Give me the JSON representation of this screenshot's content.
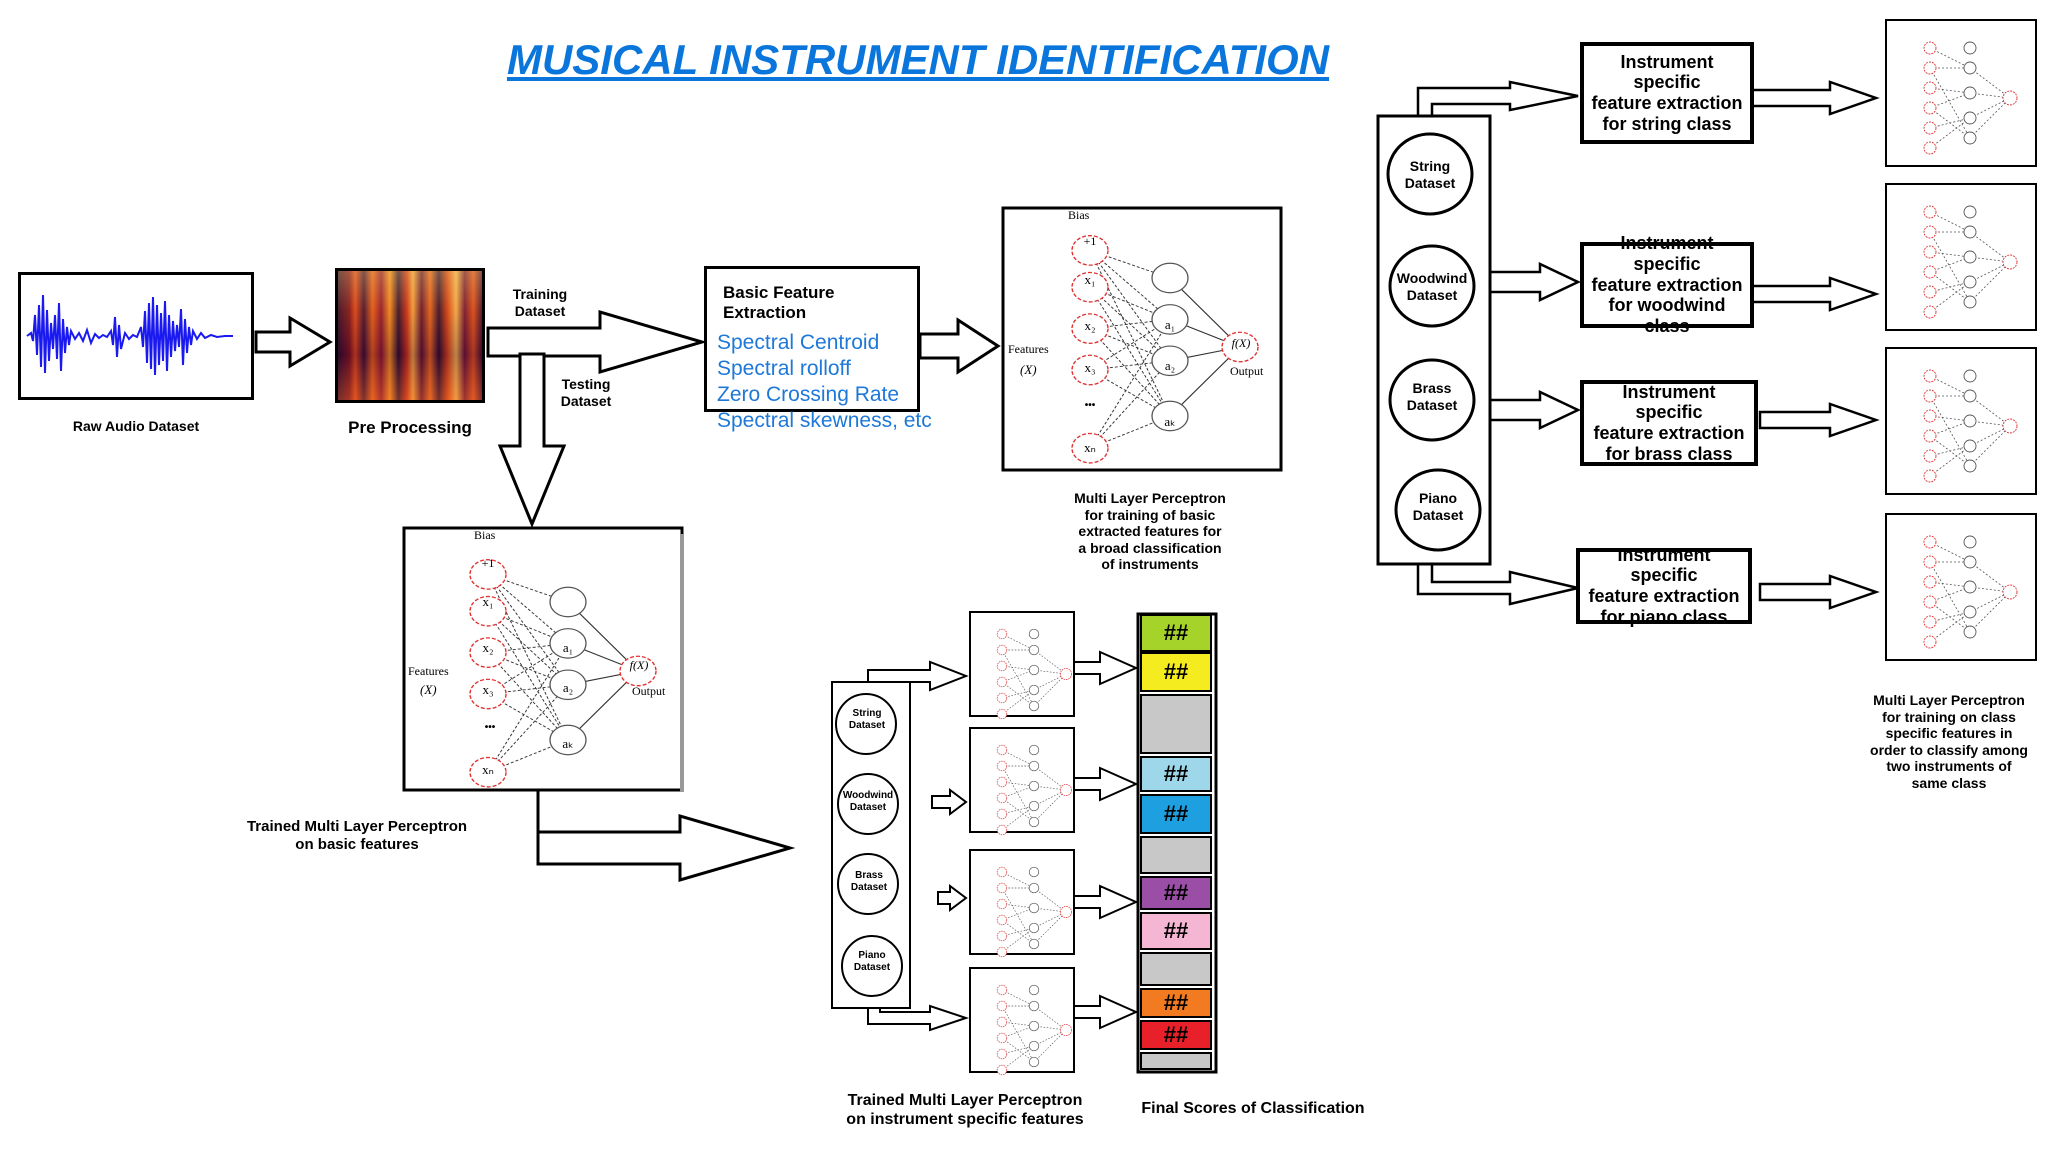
{
  "title": "MUSICAL INSTRUMENT IDENTIFICATION",
  "raw_audio_label": "Raw Audio Dataset",
  "preprocessing_label": "Pre Processing",
  "training_label": "Training\nDataset",
  "testing_label": "Testing\nDataset",
  "feature_extraction": {
    "title": "Basic Feature Extraction",
    "items": [
      "Spectral Centroid",
      "Spectral rolloff",
      "Zero Crossing Rate",
      "Spectral skewness, etc"
    ]
  },
  "mlp_labels": {
    "bias": "Bias",
    "plus_one": "+1",
    "features": "Features",
    "x_var": "(X)",
    "inputs": [
      "x₁",
      "x₂",
      "x₃",
      "xₙ"
    ],
    "hidden": [
      "a₁",
      "a₂",
      "aₖ"
    ],
    "output_fn": "f(X)",
    "output": "Output",
    "dots": "•••"
  },
  "mlp_broad_caption": "Multi Layer Perceptron\nfor training of basic\nextracted features for\na broad classification\nof instruments",
  "trained_mlp_basic_caption": "Trained Multi Layer Perceptron\non basic features",
  "datasets": [
    "String\nDataset",
    "Woodwind\nDataset",
    "Brass\nDataset",
    "Piano\nDataset"
  ],
  "instrument_feature_extraction": [
    "Instrument specific\nfeature extraction\nfor string class",
    "Instrument specific\nfeature extraction\nfor woodwind class",
    "Instrument specific\nfeature extraction\nfor brass class",
    "Instrument specific\nfeature extraction\nfor piano class"
  ],
  "mlp_class_caption": "Multi Layer Perceptron\nfor training on class\nspecific features in\norder to classify among\ntwo instruments of\nsame class",
  "trained_mlp_specific_caption": "Trained Multi Layer Perceptron\non instrument specific features",
  "final_scores_caption": "Final Scores of Classification",
  "scores": [
    {
      "text": "##",
      "color": "#a6d32a"
    },
    {
      "text": "##",
      "color": "#f5ec20"
    },
    {
      "text": "",
      "color": "#c8c8c8"
    },
    {
      "text": "##",
      "color": "#9fd7ea"
    },
    {
      "text": "##",
      "color": "#1ea0e0"
    },
    {
      "text": "",
      "color": "#c8c8c8"
    },
    {
      "text": "##",
      "color": "#9a4ea6"
    },
    {
      "text": "##",
      "color": "#f4b6d2"
    },
    {
      "text": "",
      "color": "#c8c8c8"
    },
    {
      "text": "##",
      "color": "#f27a20"
    },
    {
      "text": "##",
      "color": "#e8202a"
    },
    {
      "text": "",
      "color": "#c8c8c8"
    }
  ],
  "colors": {
    "title": "#0a76dc",
    "feature_text": "#1e78d8",
    "waveform": "#1a1af0",
    "node_outline": "#e03030"
  }
}
